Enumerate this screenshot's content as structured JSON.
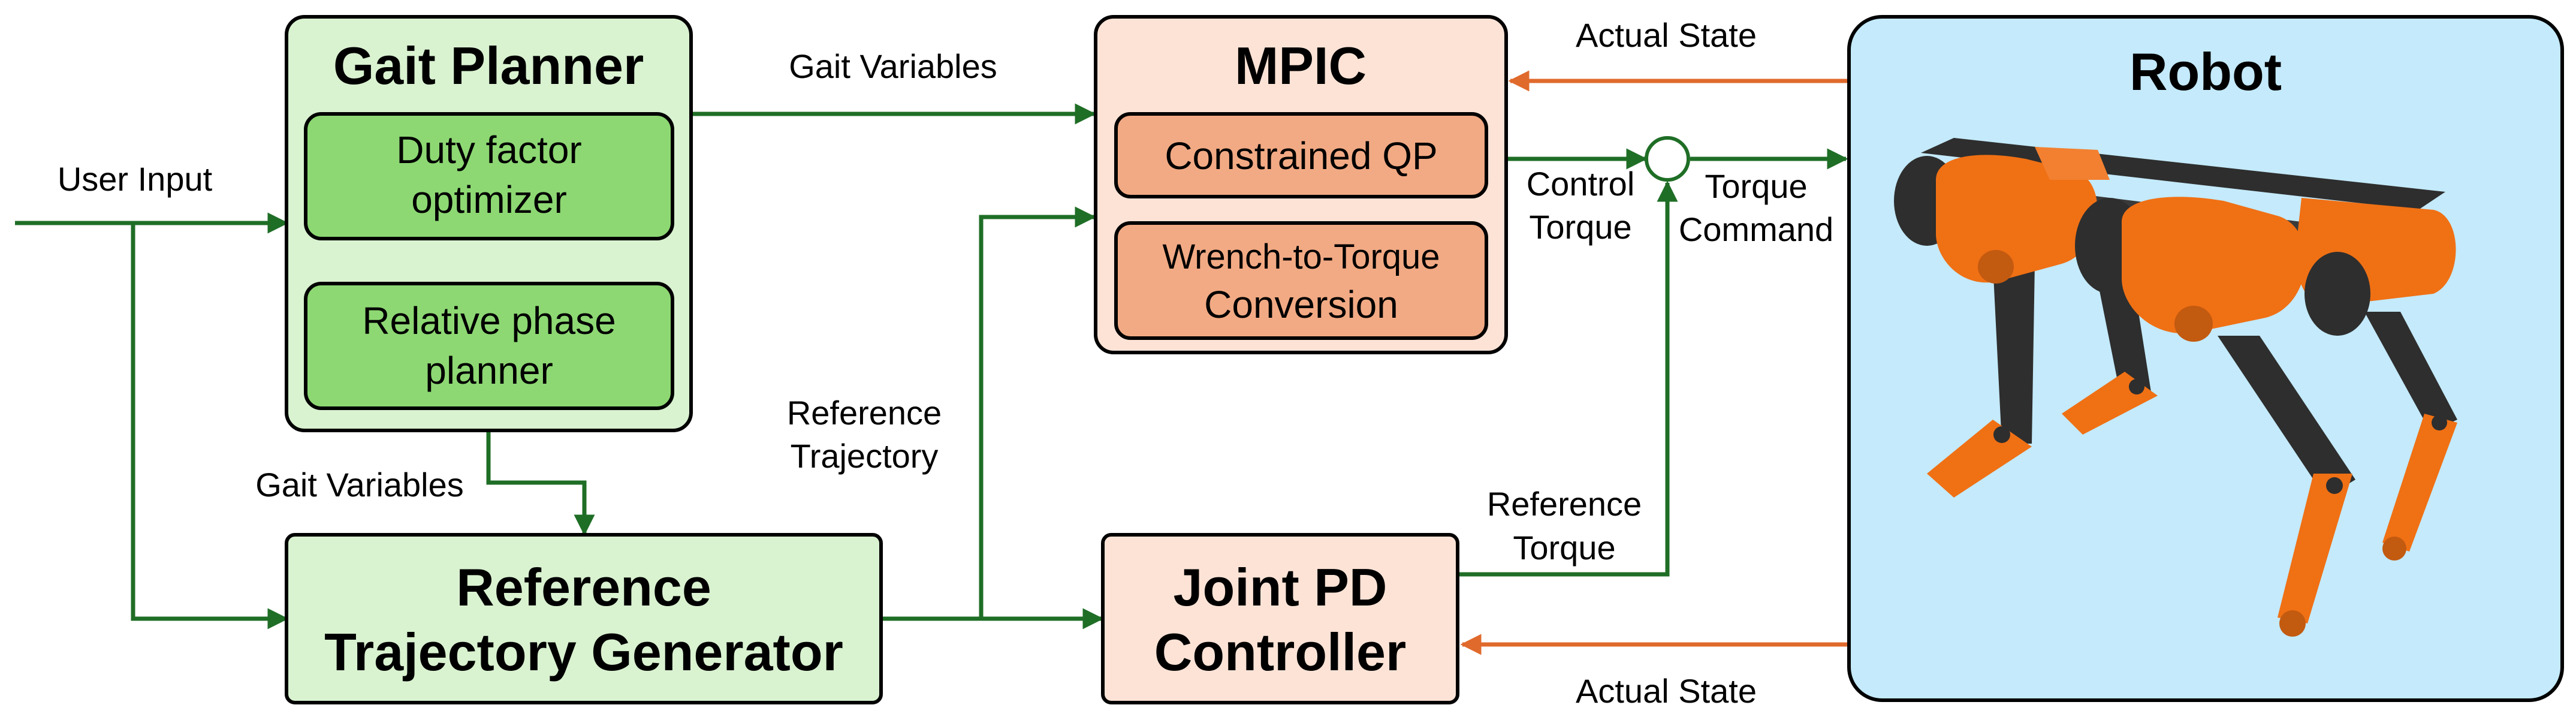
{
  "labels": {
    "user_input": "User Input",
    "gait_variables_top": "Gait Variables",
    "gait_variables_bottom": "Gait Variables",
    "actual_state_top": "Actual State",
    "actual_state_bottom": "Actual State",
    "control_torque": [
      "Control",
      "Torque"
    ],
    "torque_command": [
      "Torque",
      "Command"
    ],
    "reference_trajectory": [
      "Reference",
      "Trajectory"
    ],
    "reference_torque": [
      "Reference",
      "Torque"
    ]
  },
  "gait_planner": {
    "title": "Gait Planner",
    "duty_factor": [
      "Duty factor",
      "optimizer"
    ],
    "relative_phase": [
      "Relative phase",
      "planner"
    ]
  },
  "mpic": {
    "title": "MPIC",
    "constrained_qp": "Constrained QP",
    "wrench_to_torque": [
      "Wrench-to-Torque",
      "Conversion"
    ]
  },
  "robot": {
    "title": "Robot"
  },
  "ref_traj_gen": {
    "title": [
      "Reference",
      "Trajectory Generator"
    ]
  },
  "joint_pd": {
    "title": [
      "Joint PD",
      "Controller"
    ]
  },
  "colors": {
    "green_line": "#1f6e26",
    "orange_line": "#e06a2c",
    "light_green_fill": "#d9f2d0",
    "mid_green_fill": "#8dd873",
    "light_orange_fill": "#fde3d6",
    "mid_orange_fill": "#f2aa84",
    "robot_bg": "#c4eafb",
    "robot_orange": "#f07014",
    "robot_dark": "#2e2e2e"
  }
}
